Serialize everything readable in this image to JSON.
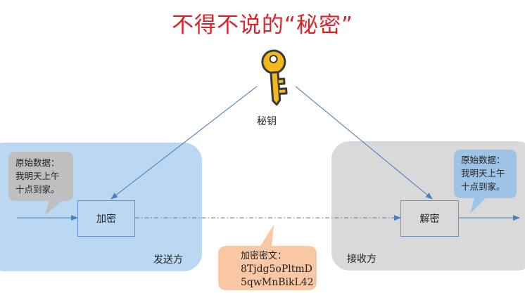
{
  "title": "不得不说的“秘密”",
  "key": {
    "label": "秘钥"
  },
  "sender": {
    "panel_label": "发送方",
    "box_label": "加密",
    "message_title": "原始数据：",
    "message_lines": [
      "我明天上午",
      "十点到家。"
    ]
  },
  "receiver": {
    "panel_label": "接收方",
    "box_label": "解密",
    "message_title": "原始数据：",
    "message_lines": [
      "我明天上午",
      "十点到家。"
    ]
  },
  "ciphertext": {
    "title": "加密密文：",
    "lines": [
      "8Tjdg5oPltmD",
      "5qwMnBikL42"
    ]
  },
  "colors": {
    "title": "#d9242a",
    "sender_panel": "#bcd7f1",
    "receiver_panel": "#d9d9d9",
    "arrow": "#4a7fc1",
    "key": "#f3b81b",
    "cipher_bubble": "#f8c7a3",
    "sender_bubble": "#bfbfbf",
    "receiver_bubble": "#9dc3e6"
  }
}
